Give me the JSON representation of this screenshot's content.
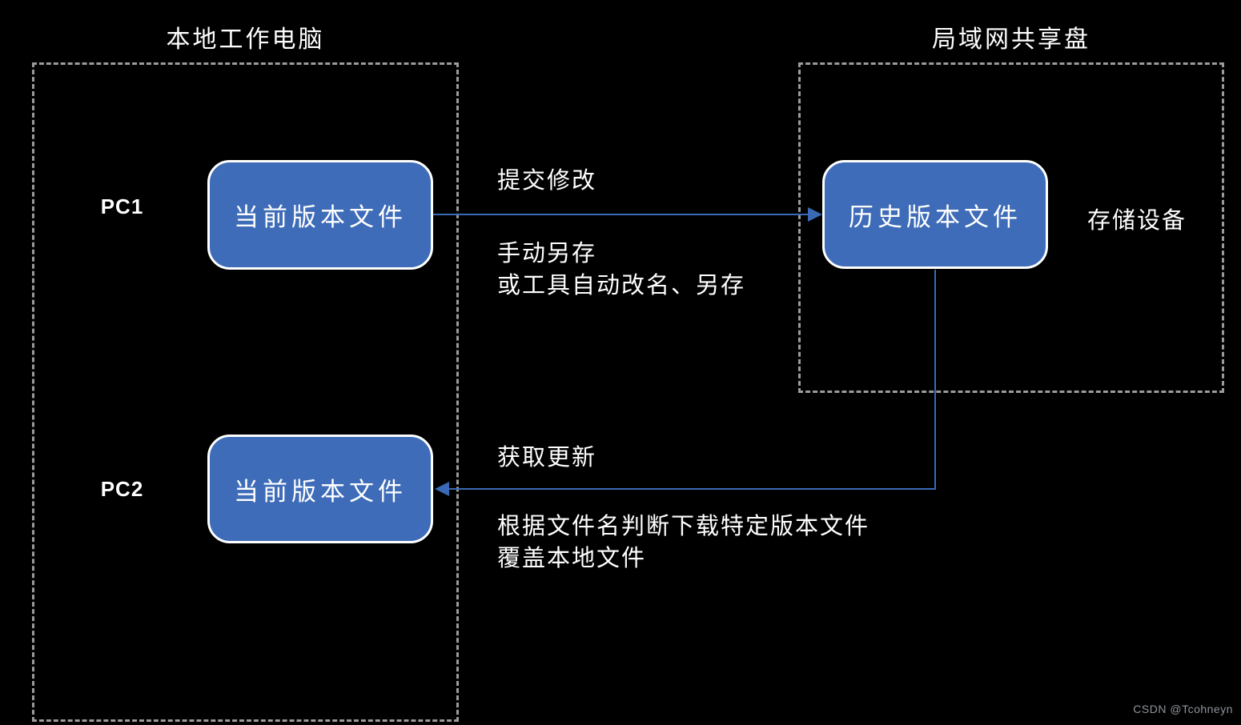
{
  "palette": {
    "background": "#000000",
    "node_fill": "#3E6CB8",
    "node_border": "#FFFFFF",
    "arrow_blue": "#3A6AB5",
    "dashed_border_gray": "#9B9B9B",
    "text": "#FFFFFF",
    "watermark_gray": "#8E959B"
  },
  "local_group": {
    "title": "本地工作电脑",
    "pc1": {
      "label": "PC1",
      "node": "当前版本文件"
    },
    "pc2": {
      "label": "PC2",
      "node": "当前版本文件"
    }
  },
  "lan_group": {
    "title": "局域网共享盘",
    "node": "历史版本文件",
    "storage_label": "存储设备"
  },
  "edges": {
    "commit": {
      "label": "提交修改",
      "note_line1": "手动另存",
      "note_line2": "或工具自动改名、另存"
    },
    "fetch": {
      "label": "获取更新",
      "note_line1": "根据文件名判断下载特定版本文件",
      "note_line2": "覆盖本地文件"
    }
  },
  "watermark": "CSDN @Tcohneyn"
}
